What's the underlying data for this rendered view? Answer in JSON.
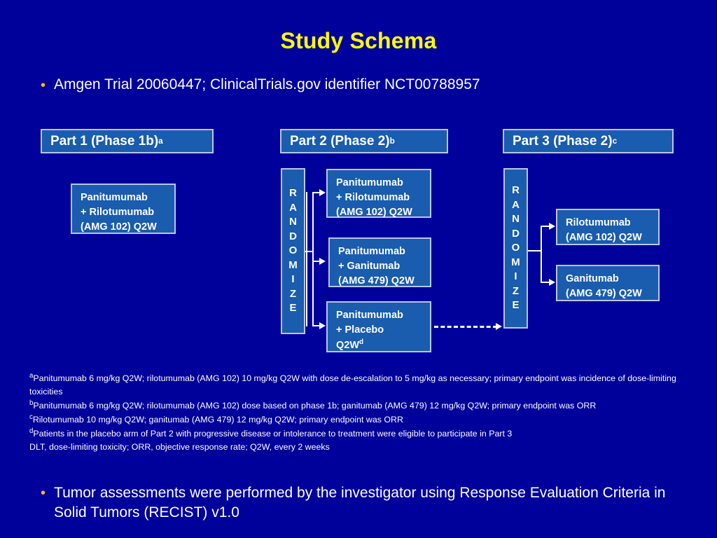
{
  "slide": {
    "title": "Study Schema",
    "background_color": "#00009b",
    "title_color": "#ffff00",
    "box_fill_color": "#1a5cad",
    "box_border_color": "#b9c6e6",
    "bullet_color": "#ffc000"
  },
  "top_bullet": {
    "marker": "•",
    "text": "Amgen Trial 20060447; ClinicalTrials.gov identifier NCT00788957"
  },
  "parts": {
    "part1": {
      "header_label": "Part 1 (Phase 1b)",
      "header_superscript": "a",
      "arms": [
        {
          "line1": "Panitumumab",
          "line2": "+ Rilotumumab",
          "line3": "(AMG 102) Q2W",
          "superscript": ""
        }
      ]
    },
    "part2": {
      "header_label": "Part 2 (Phase 2)",
      "header_superscript": "b",
      "randomize_label": "RANDOMIZE",
      "arms": [
        {
          "line1": "Panitumumab",
          "line2": "+ Rilotumumab",
          "line3": "(AMG 102) Q2W",
          "superscript": ""
        },
        {
          "line1": "Panitumumab",
          "line2": "+ Ganitumab",
          "line3": "(AMG 479) Q2W",
          "superscript": ""
        },
        {
          "line1": "Panitumumab",
          "line2": "+ Placebo",
          "line3": "Q2W",
          "superscript": "d"
        }
      ]
    },
    "part3": {
      "header_label": "Part 3 (Phase 2)",
      "header_superscript": "c",
      "randomize_label": "RANDOMIZE",
      "arms": [
        {
          "line1": "Rilotumumab",
          "line2": "(AMG 102) Q2W",
          "line3": "",
          "superscript": ""
        },
        {
          "line1": "Ganitumab",
          "line2": "(AMG 479) Q2W",
          "line3": "",
          "superscript": ""
        }
      ]
    }
  },
  "footnotes": [
    {
      "marker": "a",
      "text": "Panitumumab 6 mg/kg Q2W; rilotumumab (AMG 102) 10 mg/kg Q2W with dose de-escalation to 5 mg/kg as necessary; primary endpoint was incidence of dose-limiting toxicities"
    },
    {
      "marker": "b",
      "text": "Panitumumab 6 mg/kg Q2W; rilotumumab (AMG 102) dose based on phase 1b; ganitumab (AMG 479) 12 mg/kg Q2W; primary endpoint was ORR"
    },
    {
      "marker": "c",
      "text": "Rilotumumab 10 mg/kg Q2W; ganitumab (AMG 479) 12 mg/kg Q2W; primary endpoint was ORR"
    },
    {
      "marker": "d",
      "text": "Patients in the placebo arm of Part 2 with progressive disease or intolerance to treatment were eligible to participate in Part 3"
    }
  ],
  "abbreviations": "DLT, dose-limiting toxicity; ORR, objective response rate; Q2W, every 2 weeks",
  "bottom_bullet": {
    "marker": "•",
    "text": "Tumor assessments were performed by the investigator using Response Evaluation Criteria in Solid Tumors (RECIST) v1.0"
  }
}
